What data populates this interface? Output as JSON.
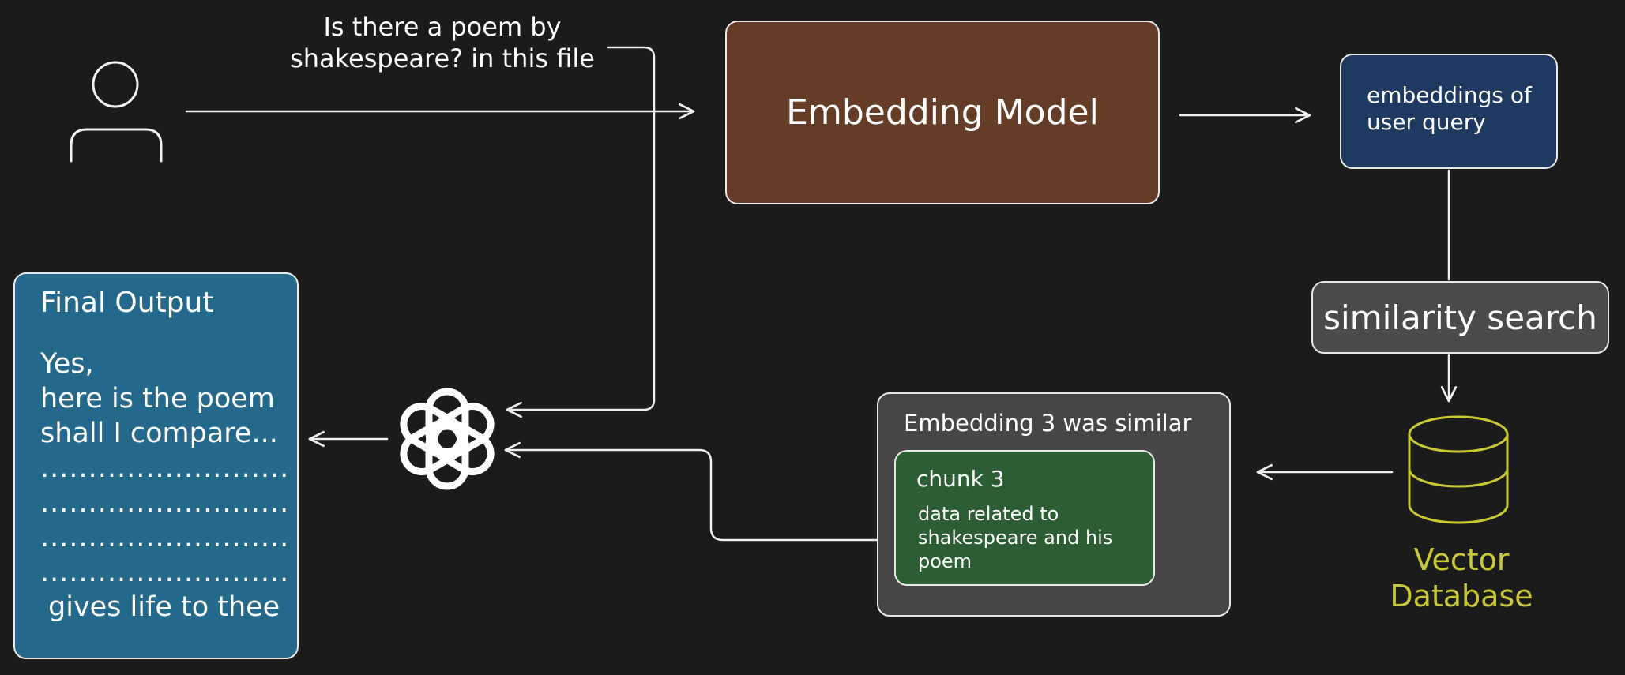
{
  "user_query": "Is there a poem by\nshakespeare? in this file",
  "embedding_model": {
    "label": "Embedding Model",
    "color": "#653c25"
  },
  "query_embeddings": {
    "label": "embeddings of\nuser query",
    "color": "#1e3a61"
  },
  "similarity_search": {
    "label": "similarity search",
    "color": "#4a4a4a"
  },
  "vector_database": {
    "label": "Vector\nDatabase",
    "color": "#c9c935",
    "icon": "database-icon"
  },
  "similar_result": {
    "label": "Embedding 3 was similar",
    "chunk": {
      "title": "chunk 3",
      "description": "data related to\nshakespeare and his\npoem",
      "color": "#2b5e32"
    }
  },
  "llm": {
    "icon": "openai-logo-icon"
  },
  "user": {
    "icon": "user-icon"
  },
  "final_output": {
    "title": "Final Output",
    "color": "#24698b",
    "lines": [
      "Yes,",
      "here is the poem",
      "shall I compare...",
      "..........................",
      "..........................",
      "..........................",
      "..........................",
      "gives life to thee"
    ]
  }
}
